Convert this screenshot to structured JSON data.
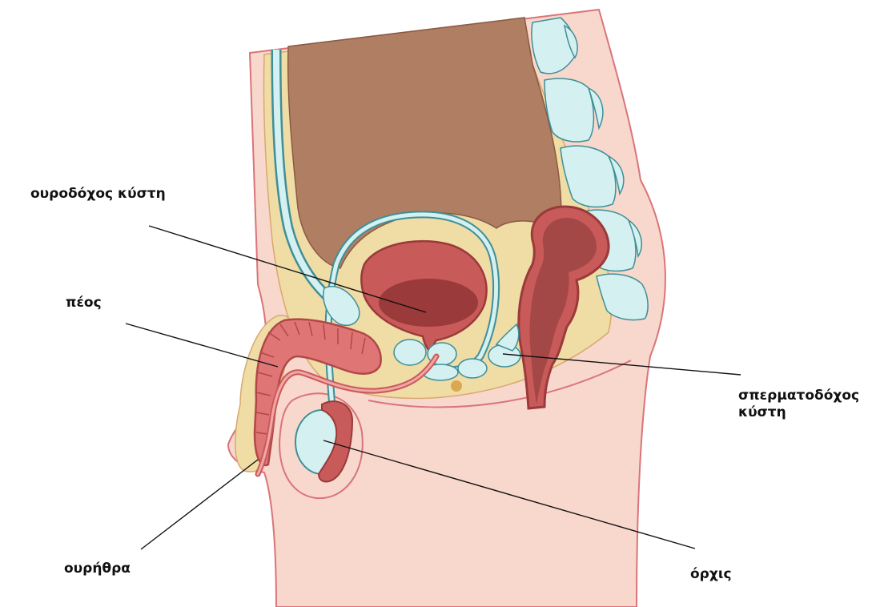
{
  "labels": {
    "bladder": "ουροδόχος κύστη",
    "penis": "πέος",
    "seminal_vesicle_line1": "σπερματοδόχος",
    "seminal_vesicle_line2": "κύστη",
    "urethra": "ουρήθρα",
    "testis": "όρχις"
  },
  "colors": {
    "skin": "#f8d8cc",
    "skin_outline": "#d9747a",
    "fat": "#f0dca5",
    "intestine": "#b07e62",
    "organ_red": "#c85a5a",
    "organ_dark": "#9a3a3a",
    "duct_blue": "#cfeef0",
    "duct_outline": "#3e8f98",
    "vertebra": "#d4f0f1"
  }
}
